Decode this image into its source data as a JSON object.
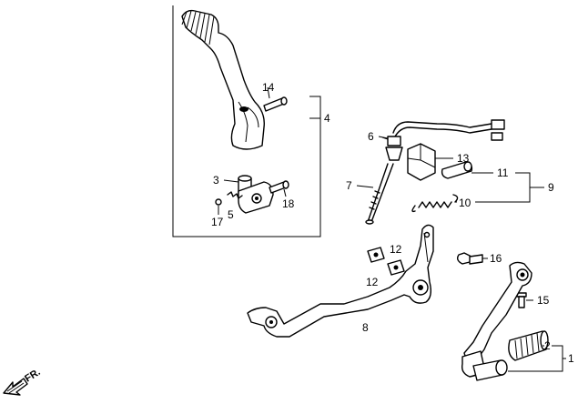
{
  "direction_label": "FR.",
  "callouts": {
    "c1": "1",
    "c2": "2",
    "c3": "3",
    "c4": "4",
    "c5": "5",
    "c6": "6",
    "c7": "7",
    "c8": "8",
    "c9": "9",
    "c10": "10",
    "c11": "11",
    "c12a": "12",
    "c12b": "12",
    "c13": "13",
    "c14": "14",
    "c15": "15",
    "c16": "16",
    "c17": "17",
    "c18": "18"
  }
}
